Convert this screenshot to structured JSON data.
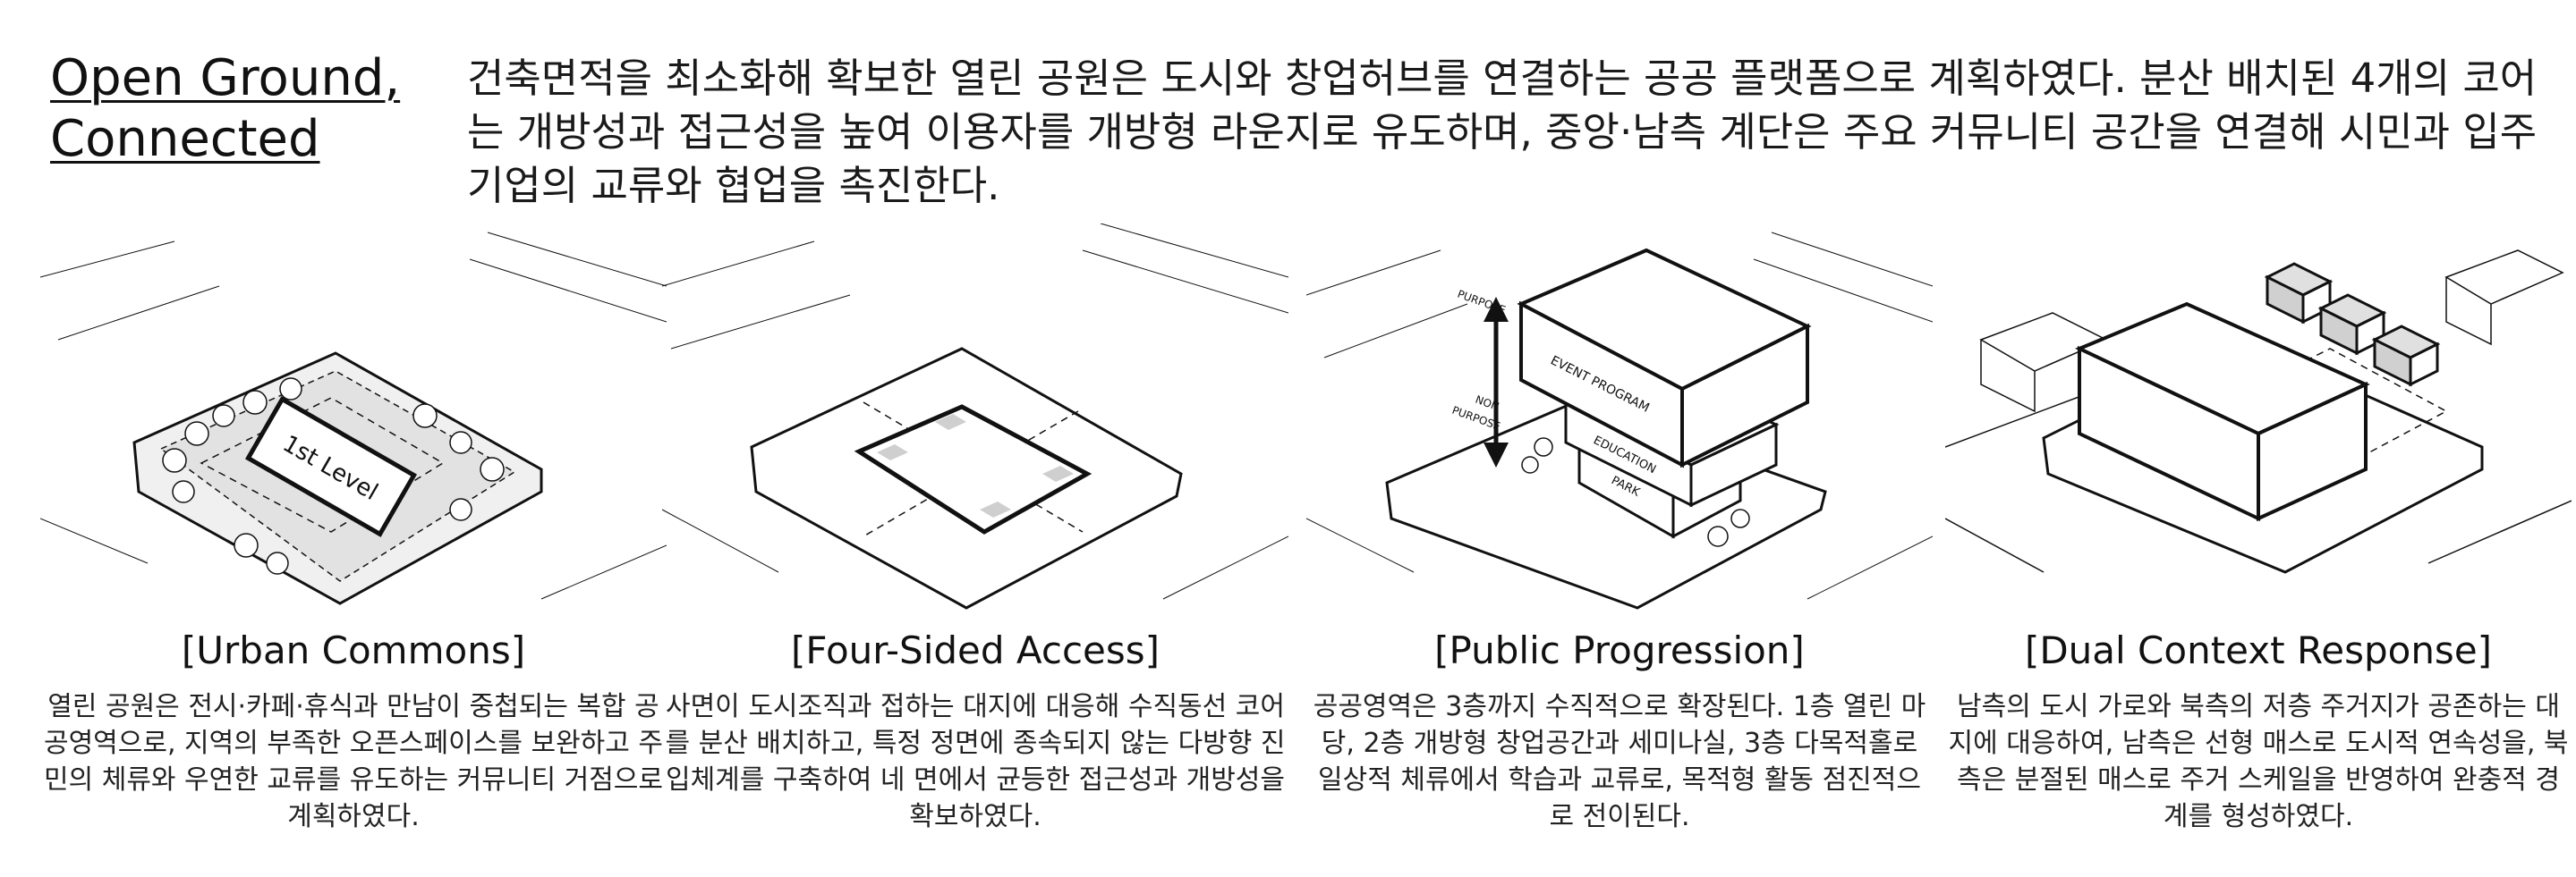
{
  "header": {
    "title_line1": "Open Ground,",
    "title_line2": "Connected",
    "intro": "건축면적을 최소화해 확보한 열린 공원은 도시와 창업허브를 연결하는 공공 플랫폼으로 계획하였다. 분산 배치된 4개의 코어는 개방성과 접근성을 높여 이용자를 개방형 라운지로 유도하며, 중앙·남측 계단은 주요 커뮤니티 공간을 연결해 시민과 입주기업의 교류와 협업을 촉진한다."
  },
  "panels": [
    {
      "heading": "[Urban Commons]",
      "body": "열린 공원은 전시·카페·휴식과 만남이 중첩되는 복합 공공영역으로, 지역의 부족한 오픈스페이스를 보완하고 주민의 체류와 우연한 교류를 유도하는 커뮤니티 거점으로 계획하였다.",
      "diagram_label": "1st Level"
    },
    {
      "heading": "[Four-Sided Access]",
      "body": "사면이 도시조직과 접하는 대지에 대응해 수직동선 코어를 분산 배치하고, 특정 정면에 종속되지 않는 다방향 진입체계를 구축하여 네 면에서 균등한 접근성과 개방성을 확보하였다."
    },
    {
      "heading": "[Public Progression]",
      "body": "공공영역은 3층까지 수직적으로 확장된다. 1층 열린 마당, 2층 개방형 창업공간과 세미나실, 3층 다목적홀로 일상적 체류에서 학습과 교류로, 목적형 활동 점진적으로 전이된다.",
      "labels": {
        "purpose": "PURPOSE",
        "non_purpose_1": "NON",
        "non_purpose_2": "PURPOSE",
        "event": "EVENT PROGRAM",
        "education": "EDUCATION",
        "park": "PARK"
      }
    },
    {
      "heading": "[Dual Context Response]",
      "body": "남측의 도시 가로와 북측의 저층 주거지가 공존하는 대지에 대응하여, 남측은 선형 매스로 도시적 연속성을, 북측은 분절된 매스로 주거 스케일을 반영하여 완충적 경계를 형성하였다."
    }
  ]
}
